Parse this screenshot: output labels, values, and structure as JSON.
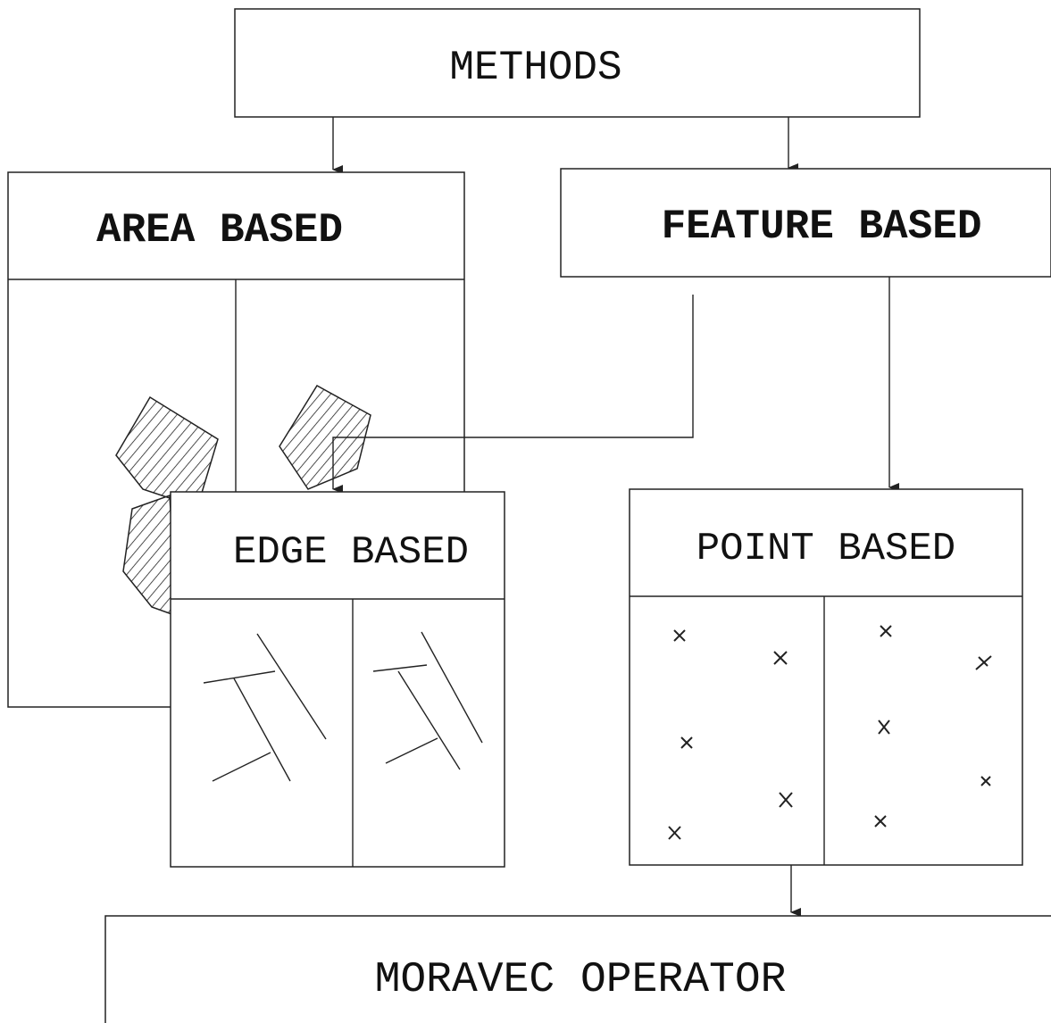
{
  "boxes": {
    "methods": "METHODS",
    "area_based": "AREA BASED",
    "feature_based": "FEATURE BASED",
    "edge_based": "EDGE BASED",
    "point_based": "POINT BASED",
    "moravec_operator": "MORAVEC OPERATOR"
  }
}
